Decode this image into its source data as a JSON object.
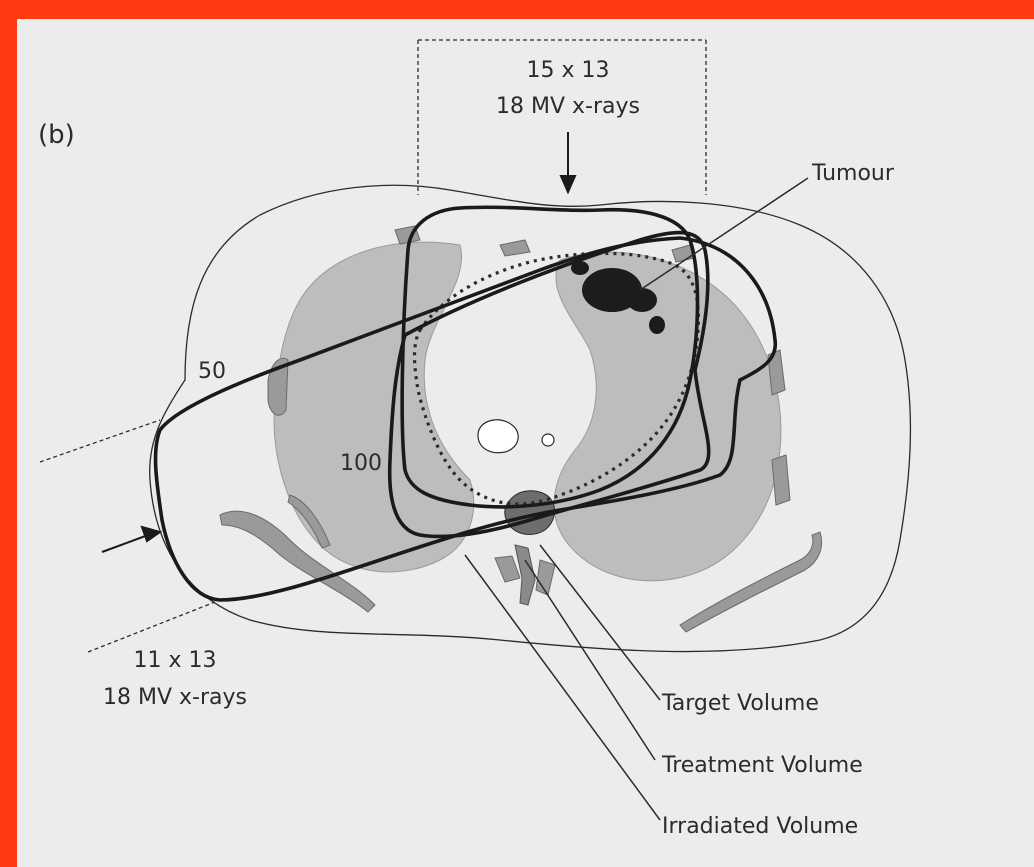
{
  "figure": {
    "panel_label": "(b)",
    "beam_top": {
      "size": "15 x 13",
      "energy": "18 MV x-rays"
    },
    "beam_left": {
      "size": "11 x 13",
      "energy": "18 MV x-rays"
    },
    "isodose": {
      "low": "50",
      "high": "100"
    },
    "structures": {
      "tumour": "Tumour",
      "target_volume": "Target Volume",
      "treatment_volume": "Treatment Volume",
      "irradiated_volume": "Irradiated Volume"
    },
    "colors": {
      "border": "#ff3b14",
      "background": "#ececec",
      "tissue": "#bdbdbd",
      "line": "#2b2b2b"
    }
  }
}
